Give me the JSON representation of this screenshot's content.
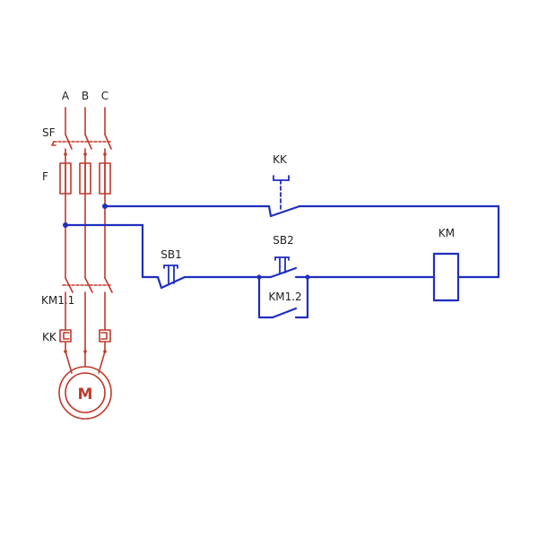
{
  "labels": {
    "phase_a": "A",
    "phase_b": "B",
    "phase_c": "C",
    "breaker": "SF",
    "fuses": "F",
    "main_contacts": "KM1.1",
    "thermal_relay": "KK",
    "motor": "M",
    "thermal_contact": "KK",
    "stop_button": "SB1",
    "start_button": "SB2",
    "hold_contact": "KM1.2",
    "coil": "KM"
  },
  "colors": {
    "power_circuit": "#c0392b",
    "control_circuit": "#1f2fbf",
    "text": "#222222"
  }
}
